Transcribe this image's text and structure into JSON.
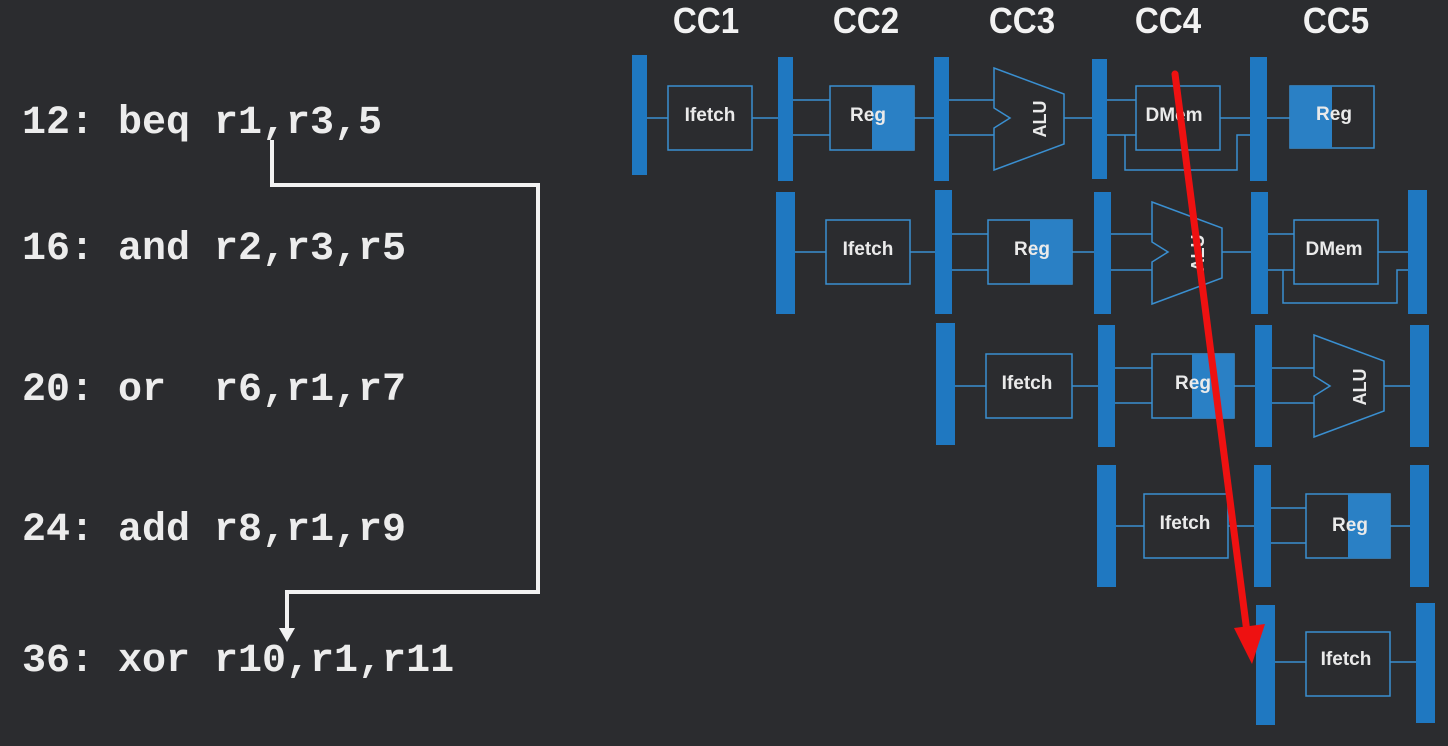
{
  "instructions": [
    "12: beq r1,r3,5",
    "16: and r2,r3,r5",
    "20: or  r6,r1,r7",
    "24: add r8,r1,r9",
    "36: xor r10,r1,r11"
  ],
  "clock_cycles": [
    "CC1",
    "CC2",
    "CC3",
    "CC4",
    "CC5"
  ],
  "stage_labels": {
    "ifetch": "Ifetch",
    "reg": "Reg",
    "alu": "ALU",
    "dmem": "DMem"
  },
  "colors": {
    "background": "#2b2c2f",
    "pipeline_register": "#1f78c1",
    "stage_box": "#3a8fd0",
    "branch_arrow": "#f2f2f2",
    "flush_arrow": "#ee1111"
  }
}
